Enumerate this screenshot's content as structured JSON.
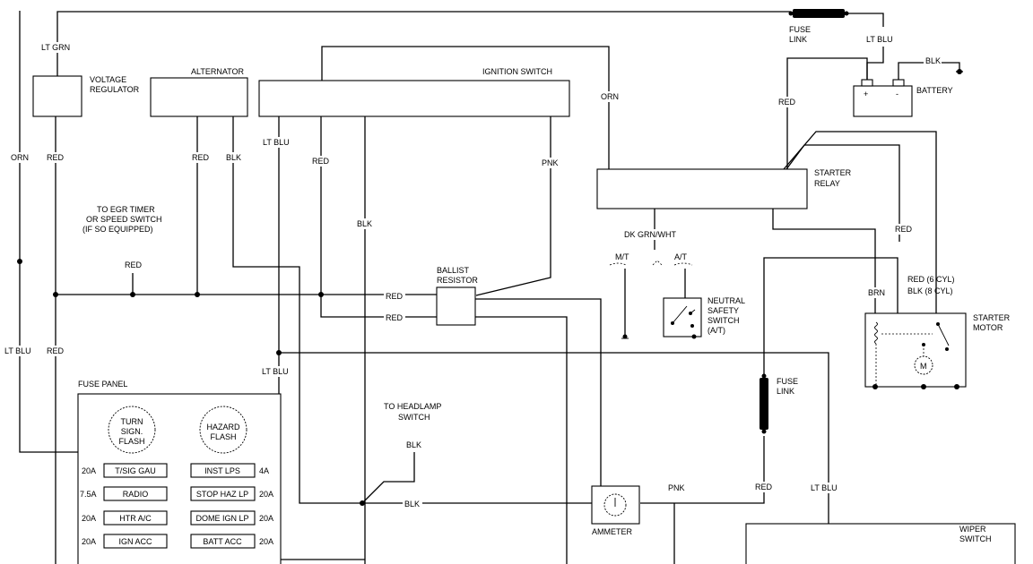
{
  "components": {
    "voltage_regulator_l1": "VOLTAGE",
    "voltage_regulator_l2": "REGULATOR",
    "alternator": "ALTERNATOR",
    "ignition_switch": "IGNITION SWITCH",
    "fuse_link_top_l1": "FUSE",
    "fuse_link_top_l2": "LINK",
    "battery": "BATTERY",
    "battery_plus": "+",
    "battery_minus": "-",
    "starter_relay_l1": "STARTER",
    "starter_relay_l2": "RELAY",
    "ballast_resistor_l1": "BALLIST",
    "ballast_resistor_l2": "RESISTOR",
    "neutral_safety_l1": "NEUTRAL",
    "neutral_safety_l2": "SAFETY",
    "neutral_safety_l3": "SWITCH",
    "neutral_safety_l4": "(A/T)",
    "starter_motor_l1": "STARTER",
    "starter_motor_l2": "MOTOR",
    "motor_symbol": "M",
    "fuse_link_mid_l1": "FUSE",
    "fuse_link_mid_l2": "LINK",
    "ammeter": "AMMETER",
    "wiper_switch_l1": "WIPER",
    "wiper_switch_l2": "SWITCH",
    "fuse_panel": "FUSE PANEL",
    "turn_flasher_l1": "TURN",
    "turn_flasher_l2": "SIGN.",
    "turn_flasher_l3": "FLASH",
    "hazard_flasher_l1": "HAZARD",
    "hazard_flasher_l2": "FLASH"
  },
  "notes": {
    "egr_l1": "TO EGR TIMER",
    "egr_l2": "OR SPEED SWITCH",
    "egr_l3": "(IF SO EQUIPPED)",
    "headlamp_l1": "TO HEADLAMP",
    "headlamp_l2": "SWITCH",
    "mt": "M/T",
    "at": "A/T",
    "starter_variants_l1": "RED (6 CYL)",
    "starter_variants_l2": "BLK (8 CYL)"
  },
  "wires": {
    "lt_grn": "LT GRN",
    "lt_blu_top": "LT BLU",
    "blk_top": "BLK",
    "orn_left": "ORN",
    "red_vreg": "RED",
    "red_alt": "RED",
    "blk_alt": "BLK",
    "lt_blu_ign": "LT BLU",
    "red_ign": "RED",
    "orn_ign": "ORN",
    "red_batt": "RED",
    "pnk_ign": "PNK",
    "dk_grn_wht": "DK GRN/WHT",
    "red_relay": "RED",
    "brn": "BRN",
    "blk_ign": "BLK",
    "red_egr": "RED",
    "red_bus1": "RED",
    "red_bus2": "RED",
    "lt_blu_left": "LT BLU",
    "red_left": "RED",
    "lt_blu_mid": "LT BLU",
    "blk_headlamp": "BLK",
    "blk_bottom": "BLK",
    "pnk_bottom": "PNK",
    "red_fuse_link": "RED",
    "lt_blu_wiper": "LT BLU"
  },
  "fuse_panel": {
    "left": [
      {
        "amp": "20A",
        "label": "T/SIG GAU"
      },
      {
        "amp": "7.5A",
        "label": "RADIO"
      },
      {
        "amp": "20A",
        "label": "HTR A/C"
      },
      {
        "amp": "20A",
        "label": "IGN ACC"
      }
    ],
    "right": [
      {
        "amp": "4A",
        "label": "INST LPS"
      },
      {
        "amp": "20A",
        "label": "STOP HAZ LP"
      },
      {
        "amp": "20A",
        "label": "DOME IGN LP"
      },
      {
        "amp": "20A",
        "label": "BATT ACC"
      }
    ]
  },
  "colors": {
    "ink": "#000000",
    "paper": "#ffffff"
  }
}
